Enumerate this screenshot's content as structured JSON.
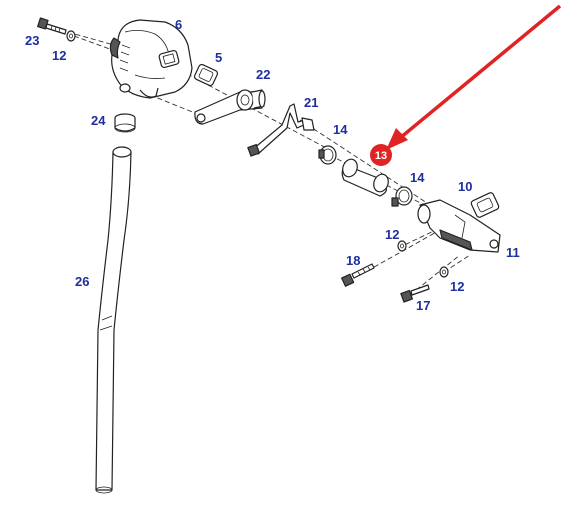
{
  "diagram": {
    "part_numbers": {
      "p23": "23",
      "p12a": "12",
      "p6": "6",
      "p5": "5",
      "p22": "22",
      "p24": "24",
      "p21": "21",
      "p14a": "14",
      "p13": "13",
      "p14b": "14",
      "p10": "10",
      "p12b": "12",
      "p11": "11",
      "p18": "18",
      "p26": "26",
      "p12c": "12",
      "p17": "17"
    },
    "highlight": {
      "part": "13",
      "color": "#e02424",
      "arrow_color": "#e02424"
    },
    "label_color": "#1f2f9e"
  }
}
